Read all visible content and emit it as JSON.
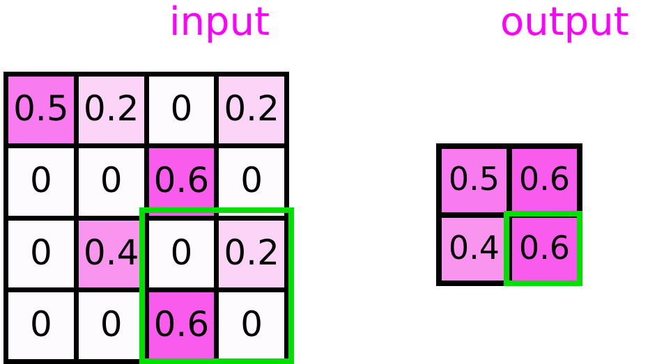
{
  "labels": {
    "input_title": "input",
    "output_title": "output"
  },
  "colors": {
    "title": "#ff00ff",
    "selection": "#00e000",
    "grid_border": "#000000",
    "value_0": "#fdfbfd",
    "value_02": "#fbd4f7",
    "value_04": "#f994ef",
    "value_05": "#f97bf0",
    "value_06": "#f95cec"
  },
  "chart_data": {
    "type": "heatmap",
    "title": "",
    "input": {
      "label": "input",
      "rows": 4,
      "cols": 4,
      "values": [
        [
          0.5,
          0.2,
          0,
          0.2
        ],
        [
          0,
          0,
          0.6,
          0
        ],
        [
          0,
          0.4,
          0,
          0.2
        ],
        [
          0,
          0,
          0.6,
          0
        ]
      ],
      "cells": [
        [
          {
            "text": "0.5",
            "color": "#f97bf0"
          },
          {
            "text": "0.2",
            "color": "#fbd4f7"
          },
          {
            "text": "0",
            "color": "#fdfbfd"
          },
          {
            "text": "0.2",
            "color": "#fbd4f7"
          }
        ],
        [
          {
            "text": "0",
            "color": "#fdfbfd"
          },
          {
            "text": "0",
            "color": "#fdfbfd"
          },
          {
            "text": "0.6",
            "color": "#f95cec"
          },
          {
            "text": "0",
            "color": "#fdfbfd"
          }
        ],
        [
          {
            "text": "0",
            "color": "#fdfbfd"
          },
          {
            "text": "0.4",
            "color": "#f994ef"
          },
          {
            "text": "0",
            "color": "#fdfbfd"
          },
          {
            "text": "0.2",
            "color": "#fbd4f7"
          }
        ],
        [
          {
            "text": "0",
            "color": "#fdfbfd"
          },
          {
            "text": "0",
            "color": "#fdfbfd"
          },
          {
            "text": "0.6",
            "color": "#f95cec"
          },
          {
            "text": "0",
            "color": "#fdfbfd"
          }
        ]
      ],
      "selection_window": {
        "rows": [
          3,
          4
        ],
        "cols": [
          3,
          4
        ]
      }
    },
    "output": {
      "label": "output",
      "rows": 2,
      "cols": 2,
      "values": [
        [
          0.5,
          0.6
        ],
        [
          0.4,
          0.6
        ]
      ],
      "cells": [
        [
          {
            "text": "0.5",
            "color": "#f97bf0"
          },
          {
            "text": "0.6",
            "color": "#f95cec"
          }
        ],
        [
          {
            "text": "0.4",
            "color": "#f994ef"
          },
          {
            "text": "0.6",
            "color": "#f95cec"
          }
        ]
      ],
      "selection_cell": {
        "row": 2,
        "col": 2
      }
    }
  }
}
